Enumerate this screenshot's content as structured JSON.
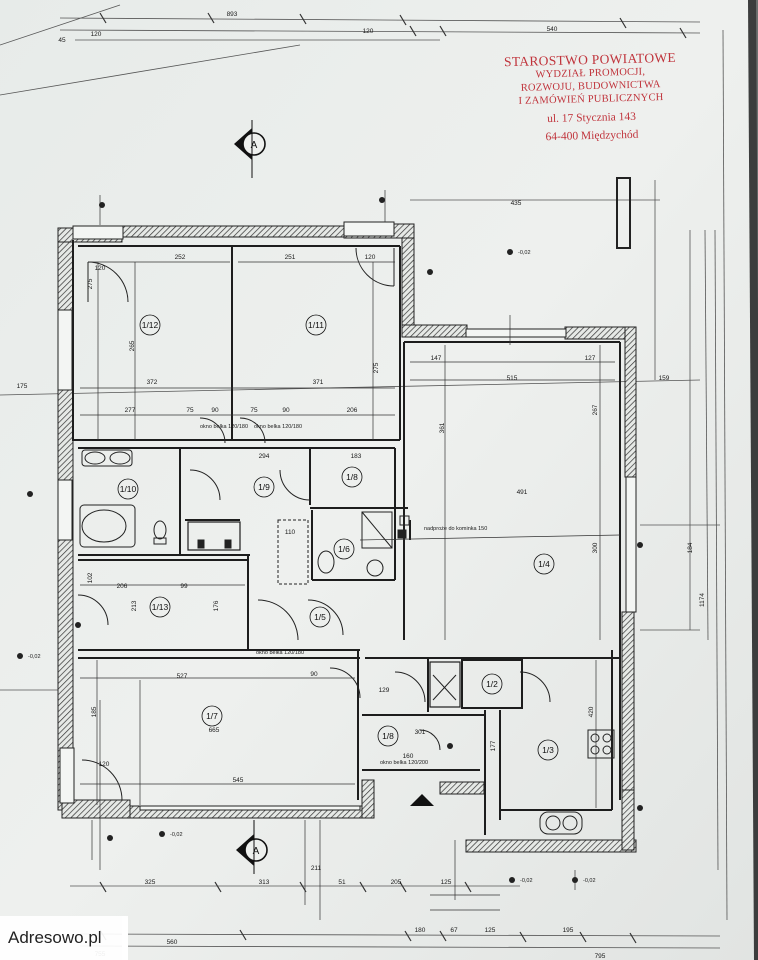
{
  "stamp": {
    "line1": "STAROSTWO POWIATOWE",
    "line2": "WYDZIAŁ PROMOCJI,",
    "line3": "ROZWOJU, BUDOWNICTWA",
    "line4": "I ZAMÓWIEŃ PUBLICZNYCH",
    "line5": "ul. 17 Stycznia 143",
    "line6": "64-400 Międzychód",
    "color": "#c0343c"
  },
  "watermark": "Adresowo.pl",
  "section_marker": "A",
  "rooms": [
    {
      "id": "1/12",
      "label": "1/12"
    },
    {
      "id": "1/11",
      "label": "1/11"
    },
    {
      "id": "1/10",
      "label": "1/10"
    },
    {
      "id": "1/9",
      "label": "1/9"
    },
    {
      "id": "1/8a",
      "label": "1/8"
    },
    {
      "id": "1/6",
      "label": "1/6"
    },
    {
      "id": "1/4",
      "label": "1/4"
    },
    {
      "id": "1/13",
      "label": "1/13"
    },
    {
      "id": "1/5",
      "label": "1/5"
    },
    {
      "id": "1/7",
      "label": "1/7"
    },
    {
      "id": "1/8b",
      "label": "1/8"
    },
    {
      "id": "1/2",
      "label": "1/2"
    },
    {
      "id": "1/3",
      "label": "1/3"
    }
  ],
  "dimensions": {
    "top_total": "893",
    "top_a": "45",
    "top_b": "120",
    "top_c": "120",
    "top_d": "540",
    "d252": "252",
    "d251": "251",
    "d120a": "120",
    "d120b": "120",
    "d372": "372",
    "d371": "371",
    "d277": "277",
    "d206a": "206",
    "d75a": "75",
    "d90a": "90",
    "d75b": "75",
    "d90b": "90",
    "d515": "515",
    "d147": "147",
    "d127": "127",
    "d491": "491",
    "d361": "361",
    "d267": "267",
    "d300": "300",
    "d159": "159",
    "d435": "435",
    "d175": "175",
    "d275a": "275",
    "d275b": "275",
    "d265": "265",
    "d294": "294",
    "d183": "183",
    "d110": "110",
    "d206b": "206",
    "d213": "213",
    "d176": "176",
    "d99": "99",
    "d102": "102",
    "d527": "527",
    "d665": "665",
    "d545": "545",
    "d185": "185",
    "d120c": "120",
    "d90c": "90",
    "d129": "129",
    "d301": "301",
    "d160": "160",
    "d420": "420",
    "d177": "177",
    "d1174": "1174",
    "d184": "184",
    "b560": "560",
    "b180": "180",
    "b67": "67",
    "b125": "125",
    "b195": "195",
    "b755": "755",
    "b795": "795",
    "b325": "325",
    "b313": "313",
    "b51": "51",
    "b205": "205",
    "b125b": "125",
    "b211": "211"
  },
  "notes": {
    "kominek": "nadproże do kominka 150",
    "nadproze1": "okno belka 120/180",
    "nadproze2": "okno belka 120/180",
    "nadproze3": "okno belka 120/180",
    "nadproze4": "okno belka 120/200",
    "level1": "-0,02",
    "level2": "-0,02",
    "level3": "-0,02",
    "level4": "-0,02",
    "level5": "-0,02"
  }
}
